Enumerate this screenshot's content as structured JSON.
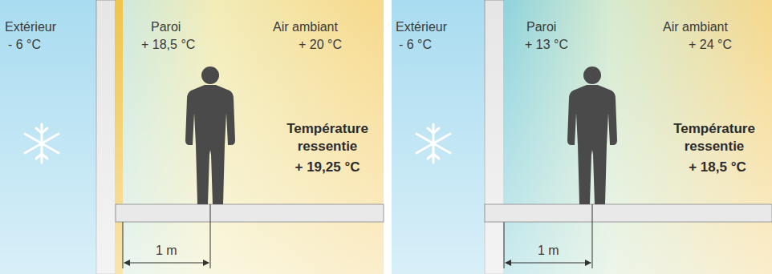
{
  "diagram": {
    "labels": [
      "Extérieur",
      "- 6 °C",
      "Paroi",
      "+ 18,5 °C",
      "Air ambiant",
      "+ 20 °C",
      "Température ressentie",
      "+ 19,25 °C",
      "1 m",
      "Extérieur",
      "- 6 °C",
      "Paroi",
      "+ 13 °C",
      "Air ambiant",
      "+ 24 °C",
      "Température ressentie",
      "+ 18,5 °C",
      "1 m"
    ]
  }
}
